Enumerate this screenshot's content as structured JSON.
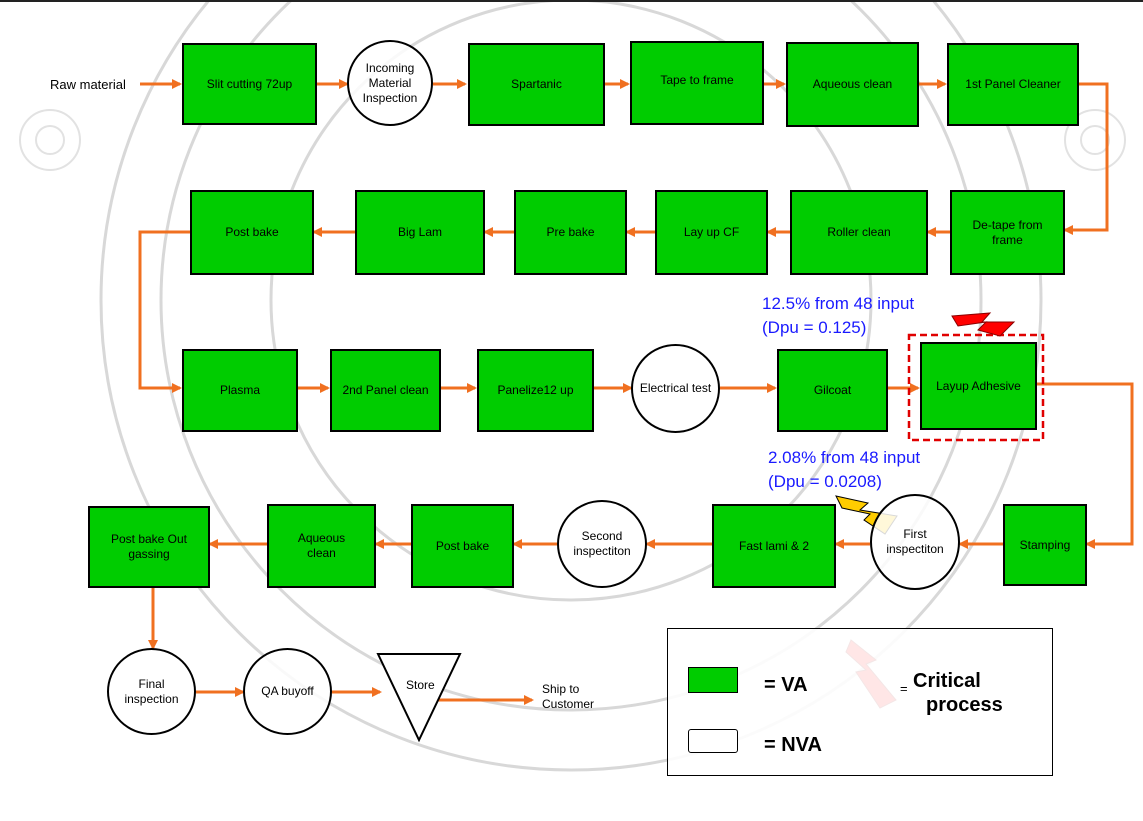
{
  "nodes": {
    "raw_material": "Raw material",
    "slit_cutting": "Slit cutting 72up",
    "incoming_inspection": "Incoming Material Inspection",
    "spartanic": "Spartanic",
    "tape_to_frame": "Tape to frame",
    "aqueous_clean_1": "Aqueous clean",
    "panel_cleaner_1": "1st Panel Cleaner",
    "detape": "De-tape from frame",
    "roller_clean": "Roller clean",
    "layup_cf": "Lay up CF",
    "pre_bake": "Pre bake",
    "big_lam": "Big Lam",
    "post_bake_1": "Post bake",
    "plasma": "Plasma",
    "panel_clean_2": "2nd Panel clean",
    "panelize": "Panelize12 up",
    "electrical_test": "Electrical test",
    "gilcoat": "Gilcoat",
    "layup_adhesive": "Layup Adhesive",
    "stamping": "Stamping",
    "first_inspection": "First inspectiton",
    "fast_lami": "Fast lami & 2",
    "second_inspection": "Second inspectiton",
    "post_bake_2": "Post bake",
    "aqueous_clean_2": "Aqueous clean",
    "post_bake_outgassing": "Post bake Out gassing",
    "final_inspection": "Final inspection",
    "qa_buyoff": "QA buyoff",
    "store": "Store",
    "ship_to_customer": "Ship to Customer"
  },
  "annotations": {
    "gilcoat_defect_line1": "12.5% from 48 input",
    "gilcoat_defect_line2": "(Dpu = 0.125)",
    "inspection_defect_line1": "2.08% from 48 input",
    "inspection_defect_line2": "(Dpu = 0.0208)"
  },
  "legend": {
    "va": "= VA",
    "nva": "= NVA",
    "critical_eq": "=",
    "critical_line1": "Critical",
    "critical_line2": "process"
  },
  "colors": {
    "va_fill": "#00cc00",
    "arrow": "#f07020",
    "critical_box": "#e00000",
    "lightning_red": "#ff0000",
    "lightning_yellow": "#ffcc00",
    "defect_text": "#1a1aff"
  }
}
